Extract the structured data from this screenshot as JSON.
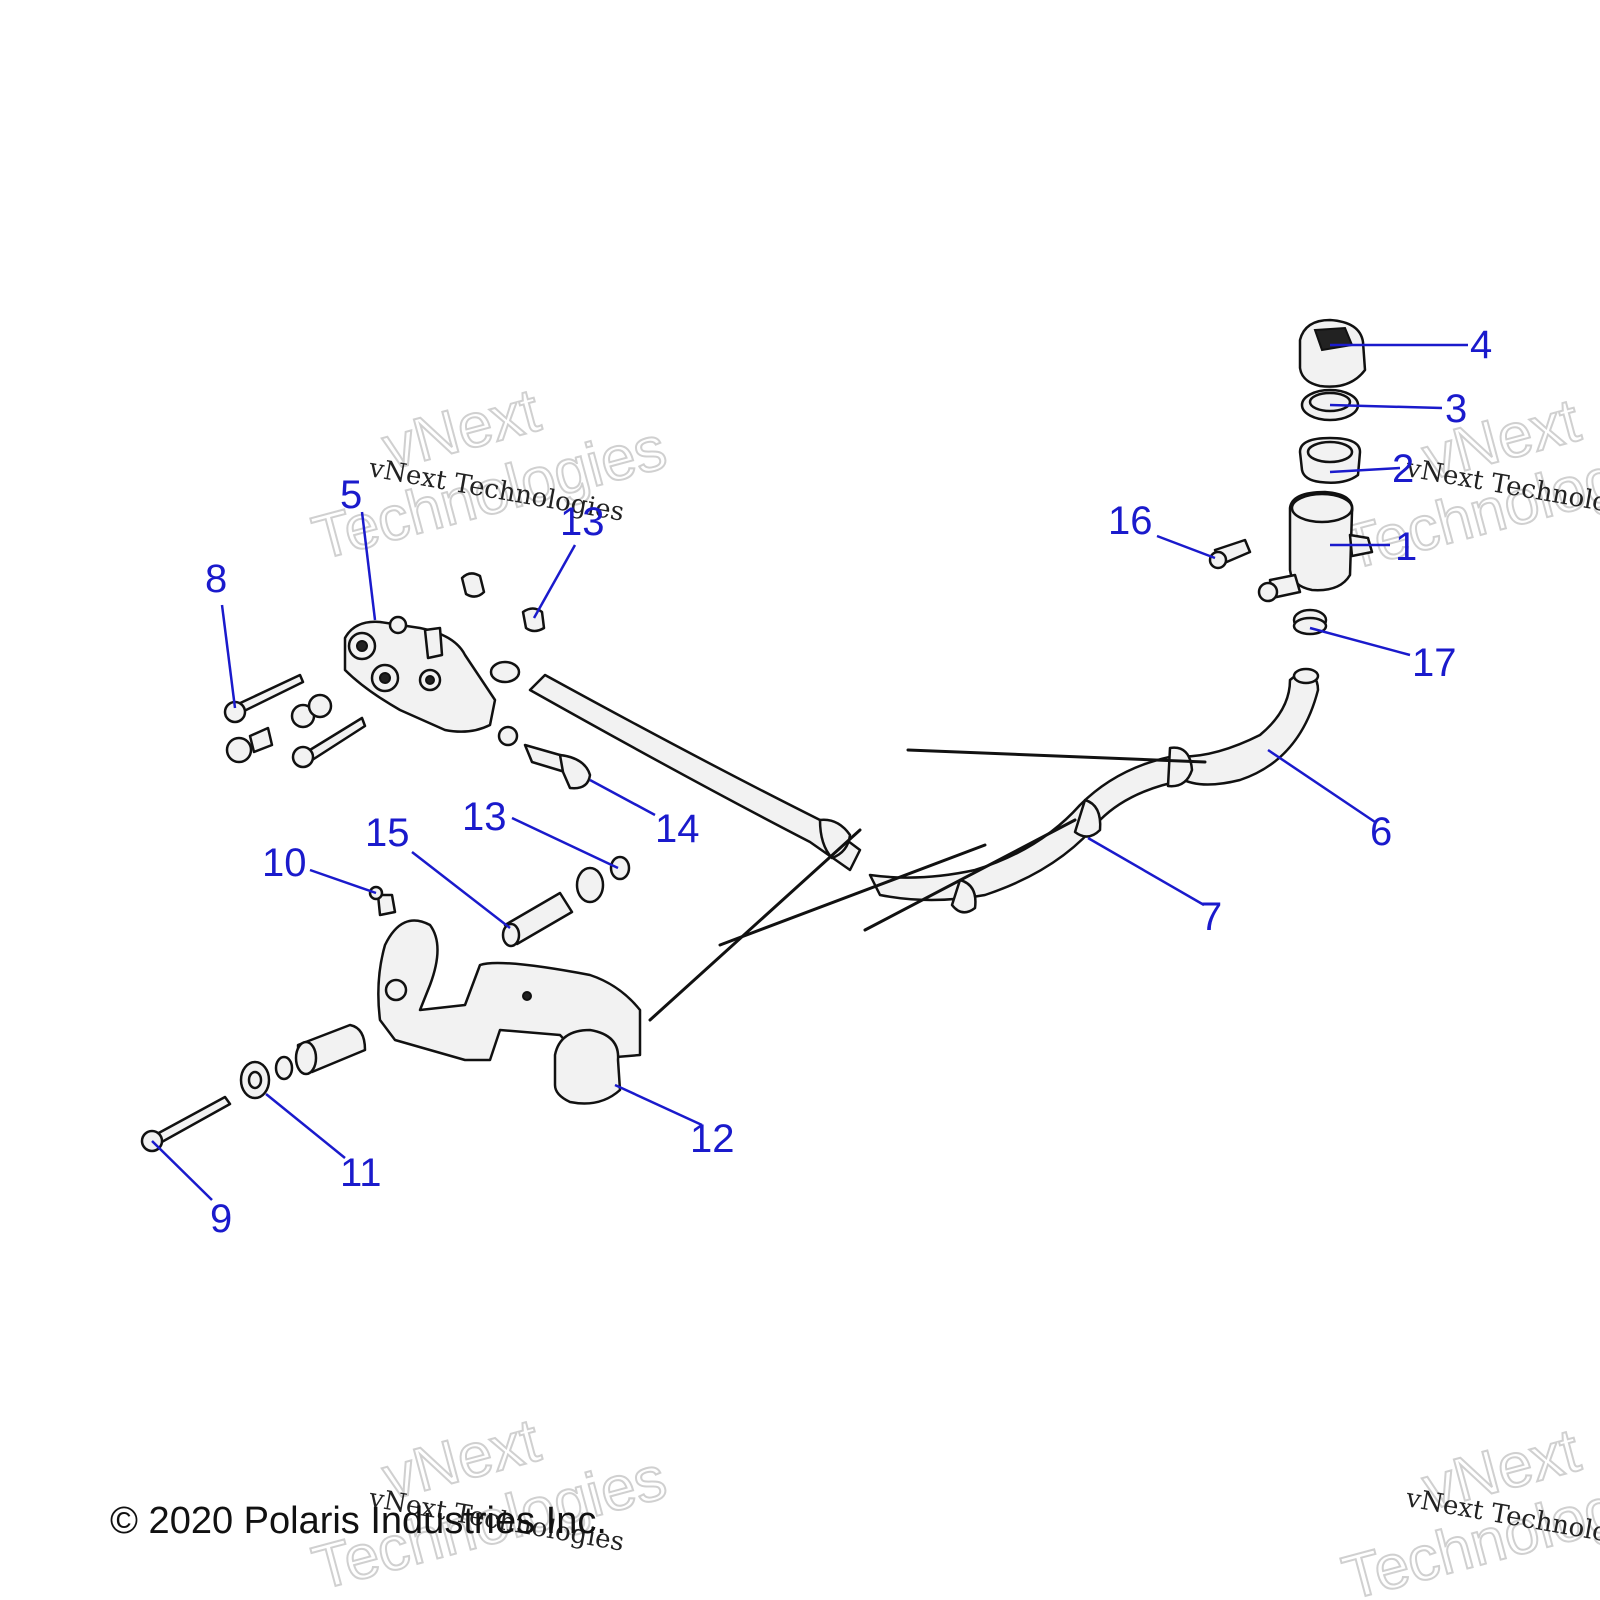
{
  "watermark": {
    "line1": "vNext",
    "line2": "Technologies",
    "caption": "vNext Technologies"
  },
  "callouts": [
    "1",
    "2",
    "3",
    "4",
    "5",
    "6",
    "7",
    "8",
    "9",
    "10",
    "11",
    "12",
    "13",
    "13",
    "14",
    "15",
    "16",
    "17"
  ],
  "copyright": "© 2020 Polaris Industries Inc."
}
